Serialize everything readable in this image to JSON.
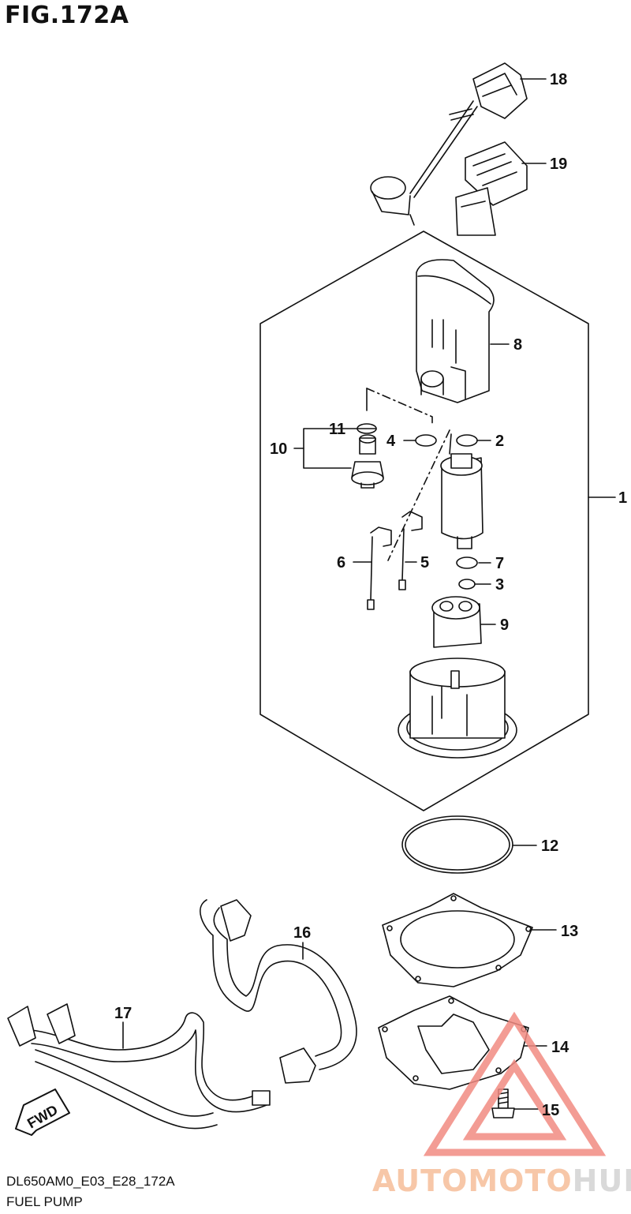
{
  "figure": {
    "title": "FIG.172A",
    "drawing_code": "DL650AM0_E03_E28_172A",
    "name": "FUEL PUMP"
  },
  "direction_tag": "FWD",
  "watermark": {
    "part_a": "AUTOMOTO",
    "part_b": "HUB",
    "color_a": "#f7c7a8",
    "color_b": "#d9d9d9",
    "triangle_color": "#f28b82"
  },
  "callouts": [
    "1",
    "2",
    "3",
    "4",
    "5",
    "6",
    "7",
    "8",
    "9",
    "10",
    "11",
    "12",
    "13",
    "14",
    "15",
    "16",
    "17",
    "18",
    "19"
  ],
  "colors": {
    "line": "#111111",
    "background": "#ffffff"
  }
}
